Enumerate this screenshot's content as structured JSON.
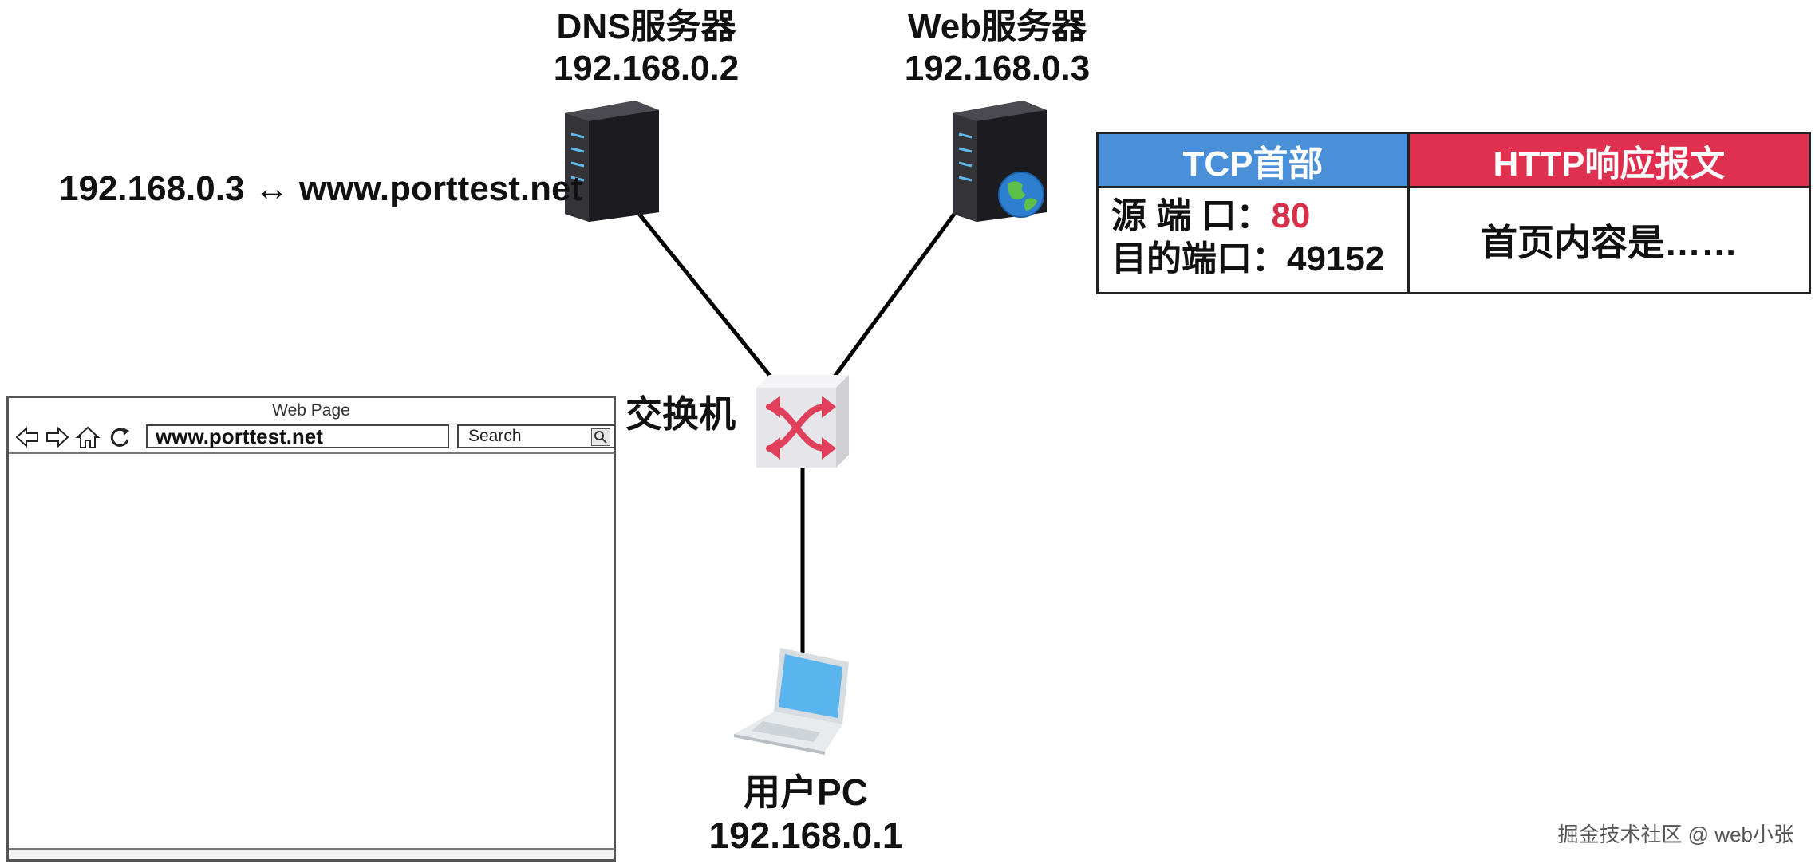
{
  "dns_server": {
    "name": "DNS服务器",
    "ip": "192.168.0.2"
  },
  "web_server": {
    "name": "Web服务器",
    "ip": "192.168.0.3"
  },
  "dns_mapping": "192.168.0.3 ↔ www.porttest.net",
  "switch": {
    "name": "交换机"
  },
  "user_pc": {
    "name": "用户PC",
    "ip": "192.168.0.1"
  },
  "packet": {
    "tcp_header_label": "TCP首部",
    "http_label": "HTTP响应报文",
    "src_port_label": "源 端 口：",
    "src_port_value": "80",
    "dst_port_label": "目的端口：",
    "dst_port_value": "49152",
    "http_content": "首页内容是……",
    "colors": {
      "tcp": "#4a90d9",
      "http": "#e0304f",
      "highlight": "#d8304a"
    }
  },
  "browser": {
    "title": "Web Page",
    "address": "www.porttest.net",
    "search_placeholder": "Search",
    "icons": [
      "back-arrow-icon",
      "forward-arrow-icon",
      "home-icon",
      "refresh-icon",
      "search-icon"
    ]
  },
  "watermark": "掘金技术社区 @ web小张"
}
